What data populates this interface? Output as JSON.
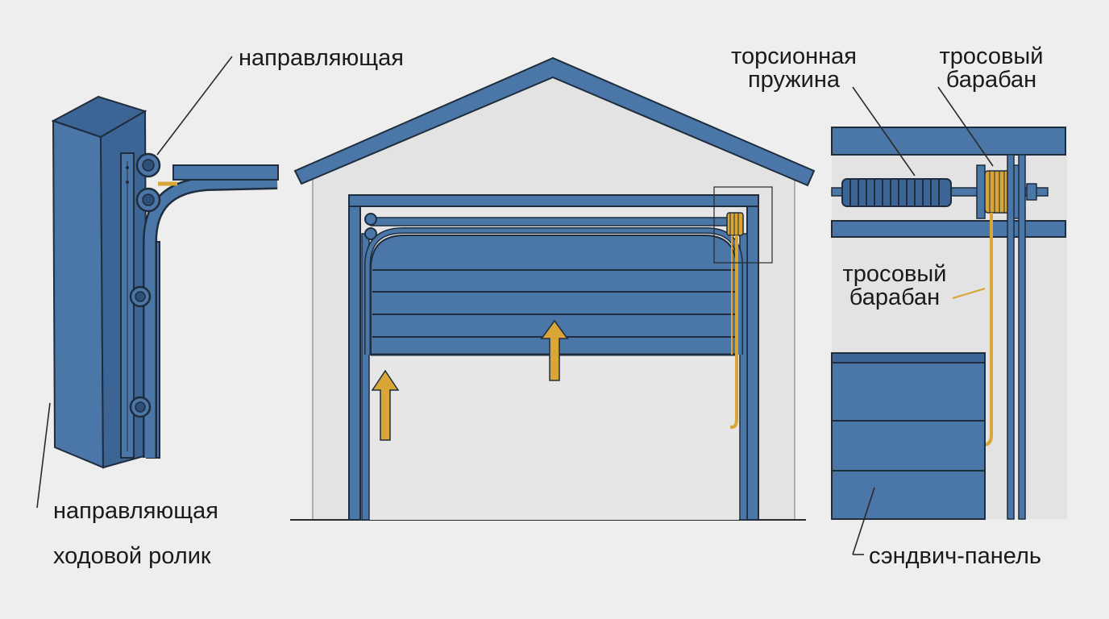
{
  "labels": {
    "guide_top": "направляющая",
    "guide_bottom": "направляющая",
    "roller": "ходовой ролик",
    "torsion_line1": "торсионная",
    "torsion_line2": "пружина",
    "drum_top_line1": "тросовый",
    "drum_top_line2": "барабан",
    "drum_mid_line1": "тросовый",
    "drum_mid_line2": "барабан",
    "sandwich": "сэндвич-панель"
  },
  "colors": {
    "background": "#eeeeee",
    "steel_blue": "#4a76a8",
    "steel_blue_dark": "#3c6596",
    "outline": "#1f2d3d",
    "cable_gold": "#d9a537",
    "wall": "#e3e3e3",
    "line": "#2a2a2a"
  },
  "icons": {
    "arrow": "up-arrow-icon",
    "roller": "roller-wheel-icon",
    "spring": "torsion-spring-icon",
    "drum": "cable-drum-icon"
  }
}
